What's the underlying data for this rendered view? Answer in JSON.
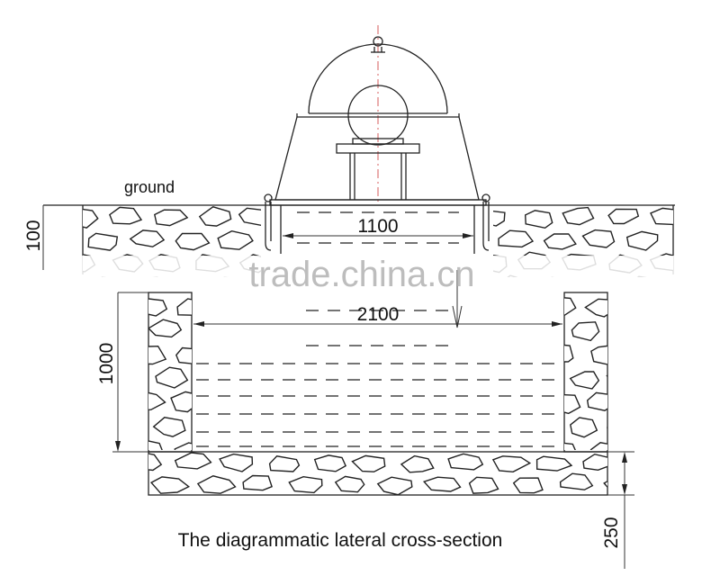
{
  "labels": {
    "ground": "ground",
    "dim_1100": "1100",
    "dim_2100": "2100",
    "dim_1000": "1000",
    "dim_100": "100",
    "dim_250": "250",
    "caption": "The diagrammatic lateral cross-section",
    "watermark": "trade.china.cn"
  }
}
